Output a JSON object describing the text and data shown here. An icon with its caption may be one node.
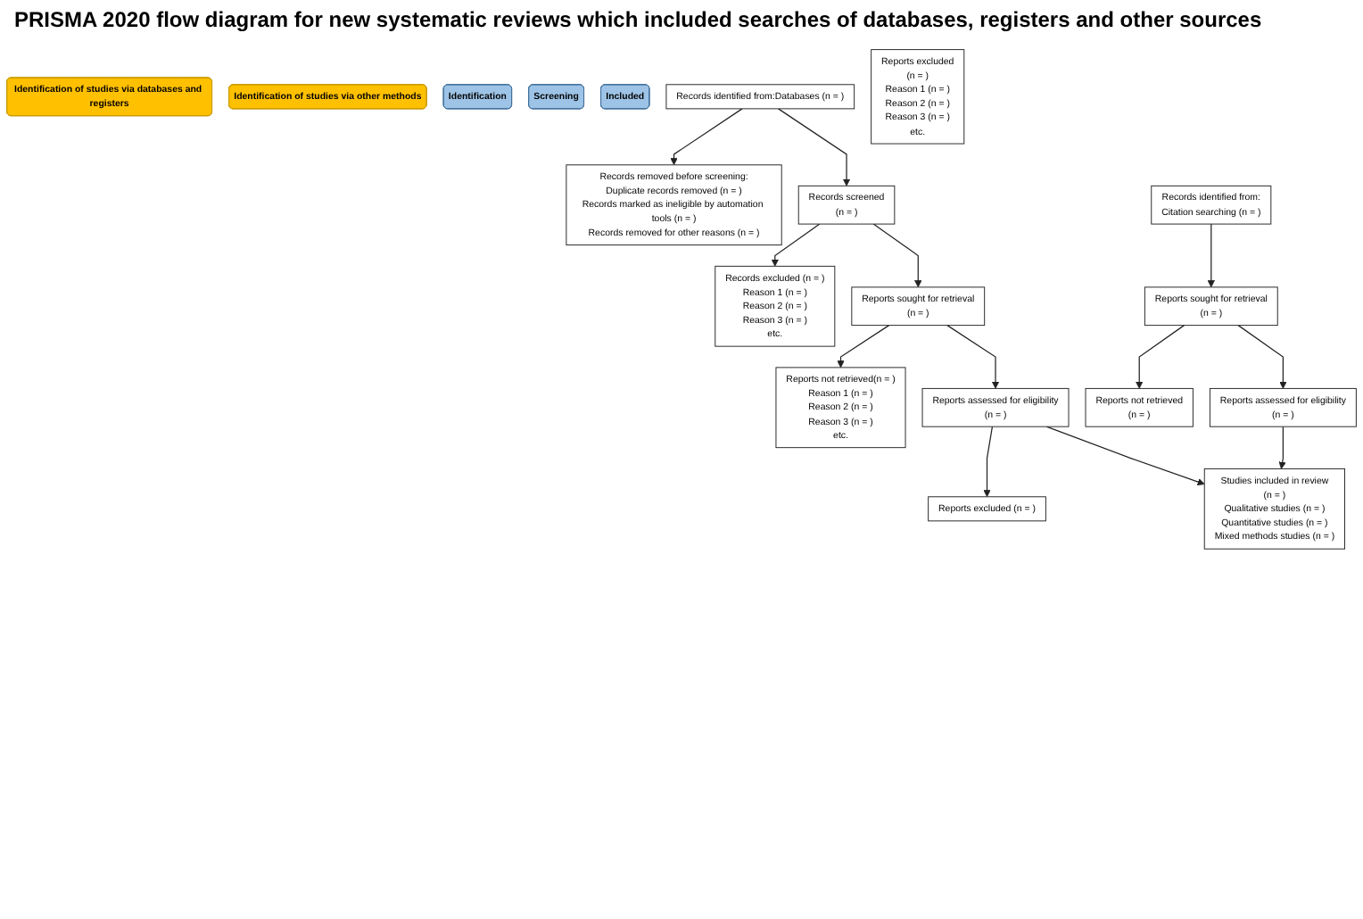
{
  "diagram": {
    "title": "PRISMA 2020 flow diagram for new systematic reviews which included searches of databases, registers and other sources",
    "nodes": [
      {
        "text": [
          "Identification of studies via databases and registers"
        ]
      },
      {
        "text": [
          "Identification of studies via other methods"
        ]
      },
      {
        "text": [
          "Identification"
        ]
      },
      {
        "text": [
          "Screening"
        ]
      },
      {
        "text": [
          "Included"
        ]
      },
      {
        "text": [
          "Records identified from:Databases (n = )"
        ]
      },
      {
        "text": [
          "Records removed before screening:",
          "Duplicate records removed (n = )",
          "Records marked as ineligible by automation tools (n = )",
          "Records removed for other reasons (n = )"
        ]
      },
      {
        "text": [
          "Records identified from:",
          "Citation searching (n = )"
        ]
      },
      {
        "text": [
          "Records screened",
          "(n = )"
        ]
      },
      {
        "text": [
          "Records excluded (n = )",
          "Reason 1 (n = )",
          "Reason 2 (n = )",
          "Reason 3 (n = )",
          "etc."
        ]
      },
      {
        "text": [
          "Reports sought for retrieval",
          "(n = )"
        ]
      },
      {
        "text": [
          "Reports not retrieved(n = )",
          "Reason 1 (n = )",
          "Reason 2 (n = )",
          "Reason 3 (n = )",
          "etc."
        ]
      },
      {
        "text": [
          "Reports assessed for eligibility",
          "(n = )"
        ]
      },
      {
        "text": [
          "Reports excluded (n = )"
        ]
      },
      {
        "text": [
          "Studies included in review",
          "(n = )",
          "Qualitative studies (n = )",
          "Quantitative studies (n = )",
          "Mixed methods studies (n = )"
        ]
      },
      {
        "text": [
          "Reports sought for retrieval",
          "(n = )"
        ]
      },
      {
        "text": [
          "Reports not retrieved",
          "(n = )"
        ]
      },
      {
        "text": [
          "Reports assessed for eligibility",
          "(n = )"
        ]
      },
      {
        "text": [
          "Reports excluded",
          "(n = )",
          "Reason 1 (n = )",
          "Reason 2 (n = )",
          "Reason 3 (n = )",
          "etc."
        ]
      }
    ],
    "edges": [
      {
        "from": 5,
        "to": 6,
        "arrow": "to"
      },
      {
        "from": 5,
        "to": 8,
        "arrow": "to"
      },
      {
        "from": 8,
        "to": 9,
        "arrow": "to"
      },
      {
        "from": 8,
        "to": 10,
        "arrow": "to"
      },
      {
        "from": 10,
        "to": 11,
        "arrow": "to"
      },
      {
        "from": 10,
        "to": 12,
        "arrow": "to"
      },
      {
        "from": 12,
        "to": 13,
        "arrow": "to"
      },
      {
        "from": 12,
        "to": 14,
        "arrow": "to"
      },
      {
        "from": 7,
        "to": 15,
        "arrow": "to"
      },
      {
        "from": 15,
        "to": 16,
        "arrow": "to"
      },
      {
        "from": 15,
        "to": 17,
        "arrow": "to"
      },
      {
        "from": 17,
        "to": 14,
        "arrow": "to"
      }
    ]
  }
}
